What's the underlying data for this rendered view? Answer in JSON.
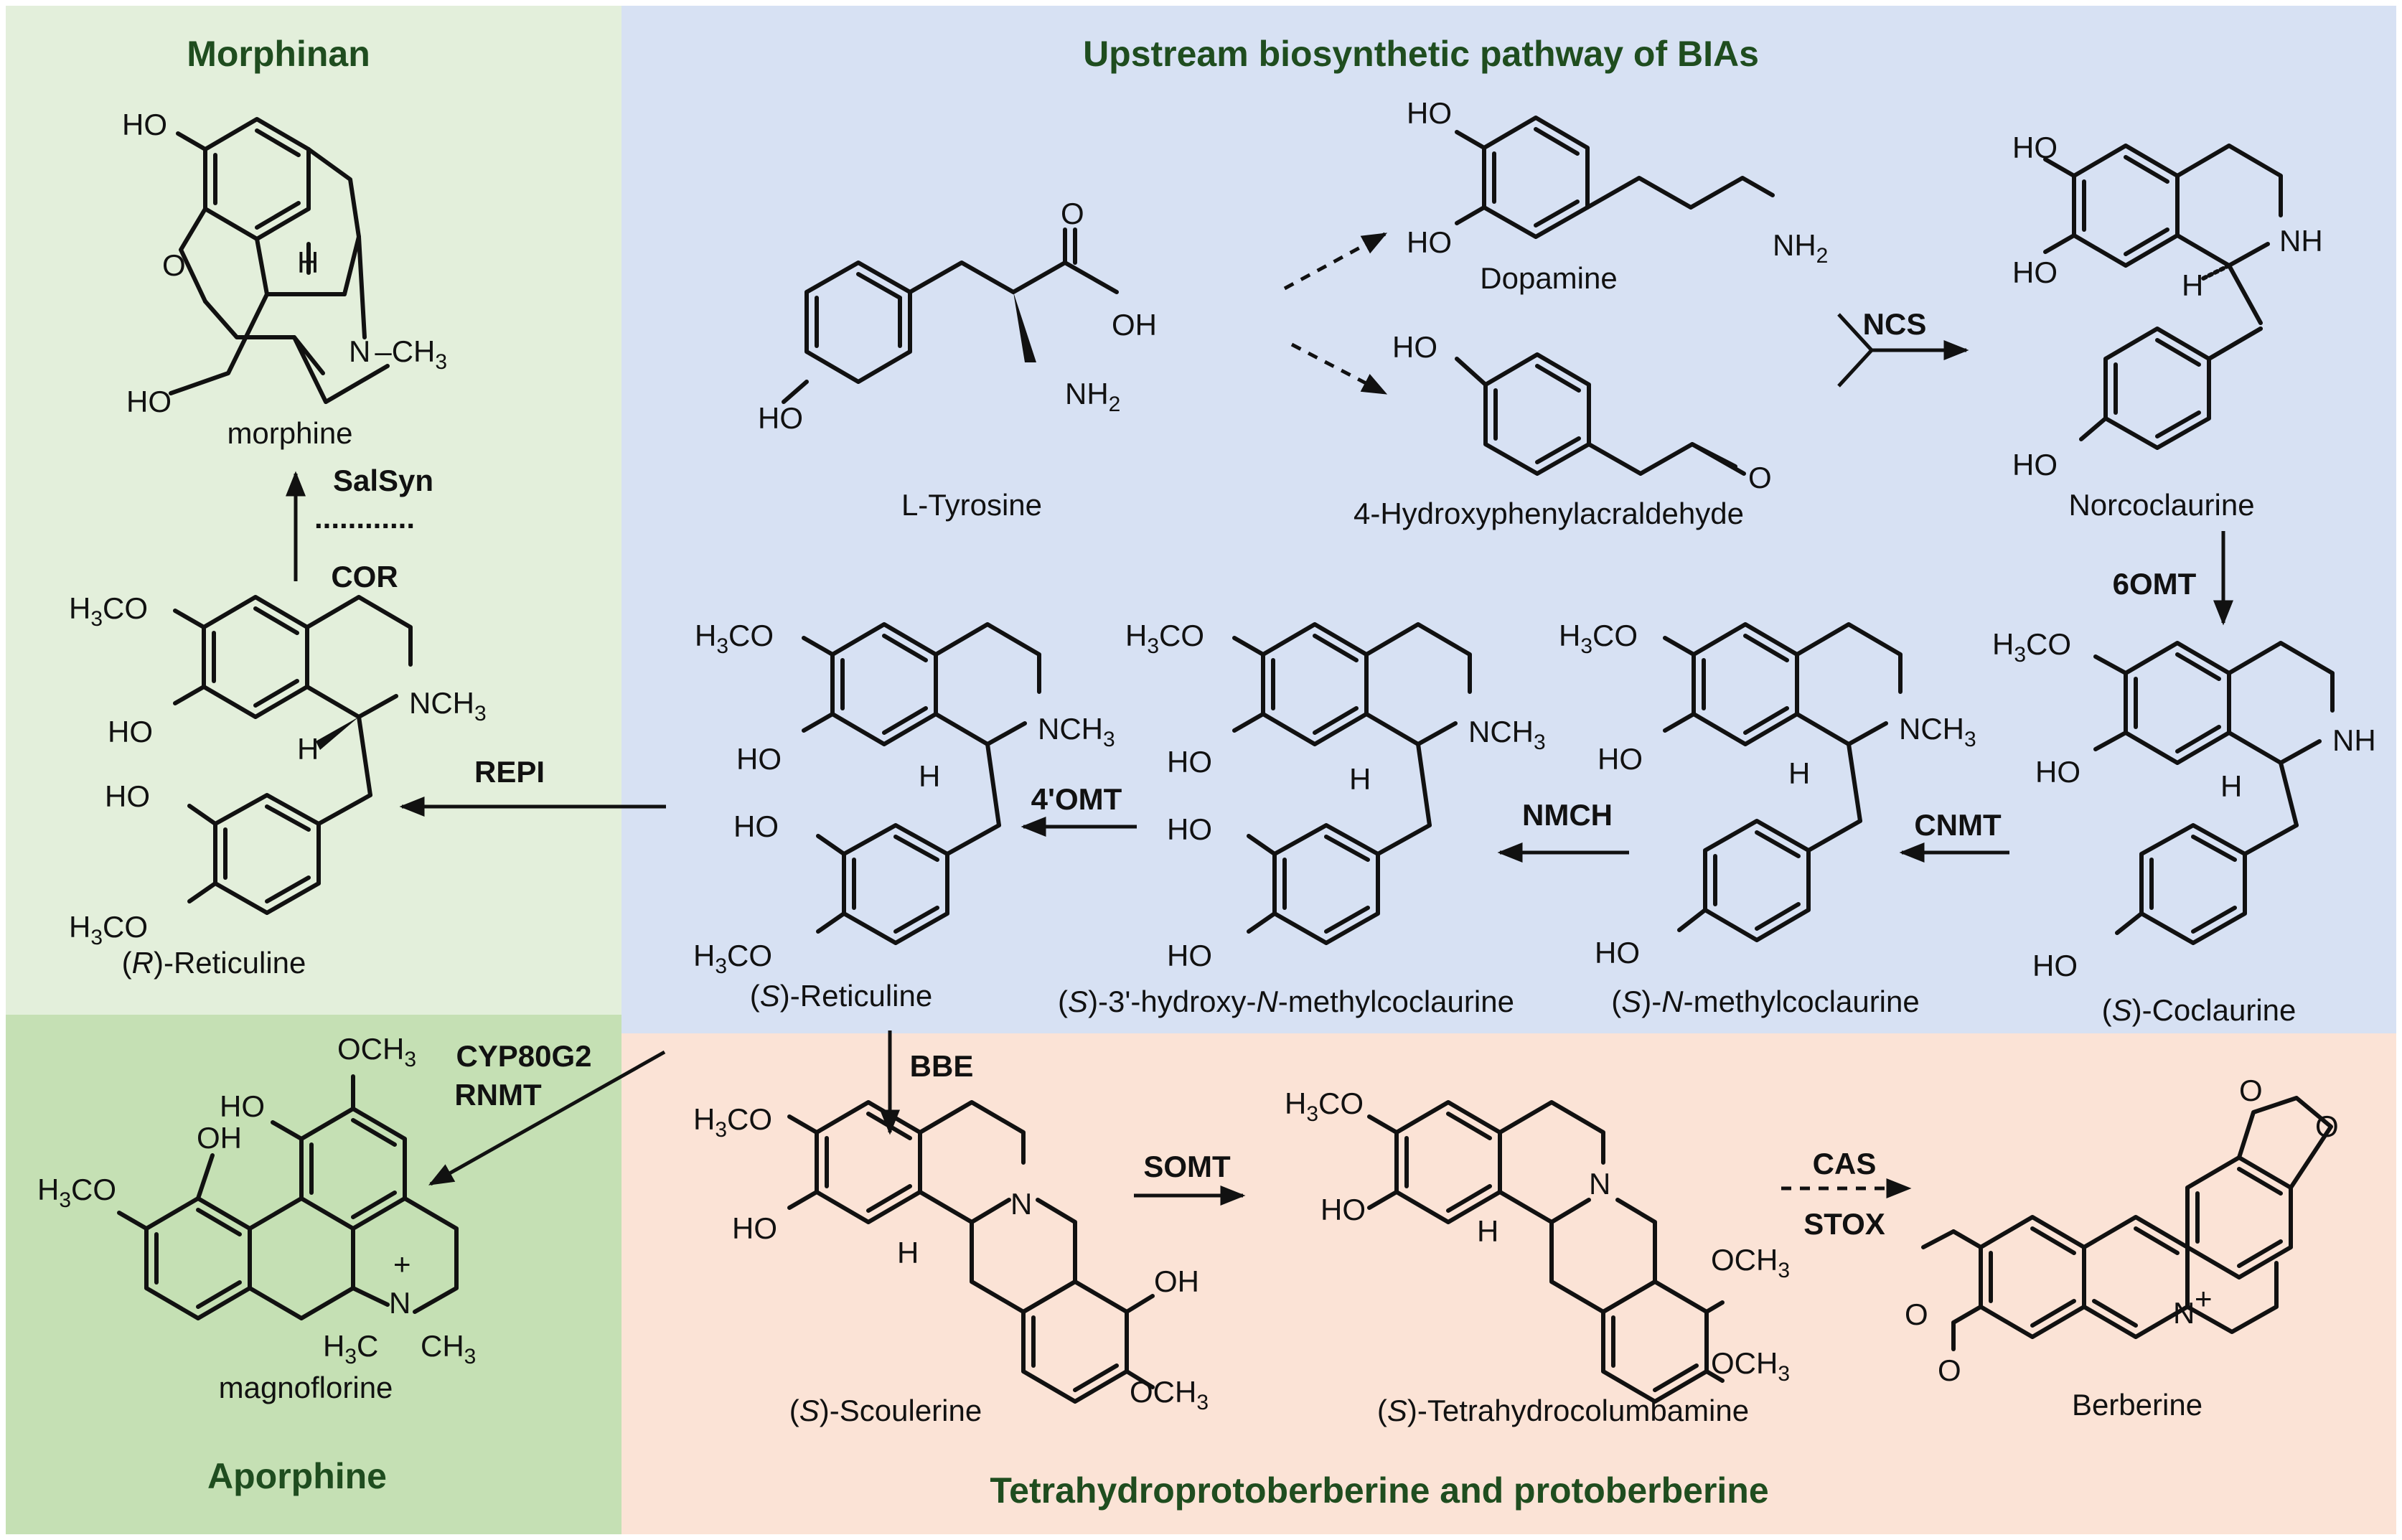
{
  "regions": {
    "morphinan": {
      "title": "Morphinan",
      "color": "#e3efdb"
    },
    "upstream": {
      "title": "Upstream biosynthetic pathway of BIAs",
      "color": "#d7e1f3"
    },
    "aporphine": {
      "title": "Aporphine",
      "color": "#c5e0b4"
    },
    "protoberberine": {
      "title": "Tetrahydroprotoberberine and protoberberine",
      "color": "#fbe3d6"
    }
  },
  "compounds": {
    "tyrosine": "L-Tyrosine",
    "dopamine": "Dopamine",
    "hpaa": "4-Hydroxyphenylacraldehyde",
    "norcoclaurine": "Norcoclaurine",
    "coclaurine_prefix": "(",
    "coclaurine_s": "S",
    "coclaurine_rest": ")-Coclaurine",
    "nmc_prefix": "(",
    "nmc_s": "S",
    "nmc_mid": ")-",
    "nmc_n": "N",
    "nmc_rest": "-methylcoclaurine",
    "hnmc_prefix": "(",
    "hnmc_s": "S",
    "hnmc_mid": ")-3'-hydroxy-",
    "hnmc_n": "N",
    "hnmc_rest": "-methylcoclaurine",
    "sret_prefix": "(",
    "sret_s": "S",
    "sret_rest": ")-Reticuline",
    "rret_prefix": "(",
    "rret_r": "R",
    "rret_rest": ")-Reticuline",
    "morphine": "morphine",
    "magnoflorine": "magnoflorine",
    "scoul_prefix": "(",
    "scoul_s": "S",
    "scoul_rest": ")-Scoulerine",
    "thc_prefix": "(",
    "thc_s": "S",
    "thc_rest": ")-Tetrahydrocolumbamine",
    "berberine": "Berberine"
  },
  "enzymes": {
    "ncs": "NCS",
    "omt6": "6OMT",
    "cnmt": "CNMT",
    "nmch": "NMCH",
    "omt4": "4'OMT",
    "repi": "REPI",
    "cor": "COR",
    "salsyn": "SalSyn",
    "cyp": "CYP80G2",
    "rnmt": "RNMT",
    "bbe": "BBE",
    "somt": "SOMT",
    "cas": "CAS",
    "stox": "STOX"
  },
  "atoms": {
    "ho": "HO",
    "oh": "OH",
    "o": "O",
    "nh": "NH",
    "nh2_n": "NH",
    "nh2_sub": "2",
    "n": "N",
    "nch3_n": "N",
    "nch3_ch": "CH",
    "nch3_sub": "3",
    "h": "H",
    "h3co_h": "H",
    "h3co_sub": "3",
    "h3co_co": "CO",
    "och3_och": "OCH",
    "och3_sub": "3",
    "ch3_ch": "CH",
    "ch3_sub": "3",
    "plus": "+",
    "dotted": "............"
  }
}
